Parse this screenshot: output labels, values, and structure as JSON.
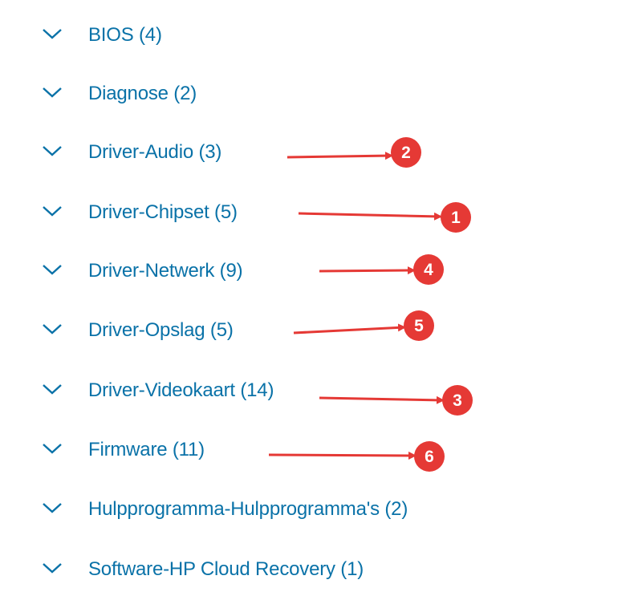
{
  "categories": [
    {
      "label": "BIOS (4)",
      "icon": "chevron-down-icon"
    },
    {
      "label": "Diagnose (2)",
      "icon": "chevron-down-icon"
    },
    {
      "label": "Driver-Audio (3)",
      "icon": "chevron-down-icon"
    },
    {
      "label": "Driver-Chipset (5)",
      "icon": "chevron-down-icon"
    },
    {
      "label": "Driver-Netwerk (9)",
      "icon": "chevron-down-icon"
    },
    {
      "label": "Driver-Opslag (5)",
      "icon": "chevron-down-icon"
    },
    {
      "label": "Driver-Videokaart (14)",
      "icon": "chevron-down-icon"
    },
    {
      "label": "Firmware (11)",
      "icon": "chevron-down-icon"
    },
    {
      "label": "Hulpprogramma-Hulpprogramma's (2)",
      "icon": "chevron-down-icon"
    },
    {
      "label": "Software-HP Cloud Recovery (1)",
      "icon": "chevron-down-icon"
    }
  ],
  "annotations": [
    {
      "number": "2",
      "target": "Driver-Audio (3)"
    },
    {
      "number": "1",
      "target": "Driver-Chipset (5)"
    },
    {
      "number": "4",
      "target": "Driver-Netwerk (9)"
    },
    {
      "number": "5",
      "target": "Driver-Opslag (5)"
    },
    {
      "number": "3",
      "target": "Driver-Videokaart (14)"
    },
    {
      "number": "6",
      "target": "Firmware (11)"
    }
  ],
  "colors": {
    "link": "#0a72a8",
    "annotation": "#e53935",
    "background": "#ffffff"
  }
}
